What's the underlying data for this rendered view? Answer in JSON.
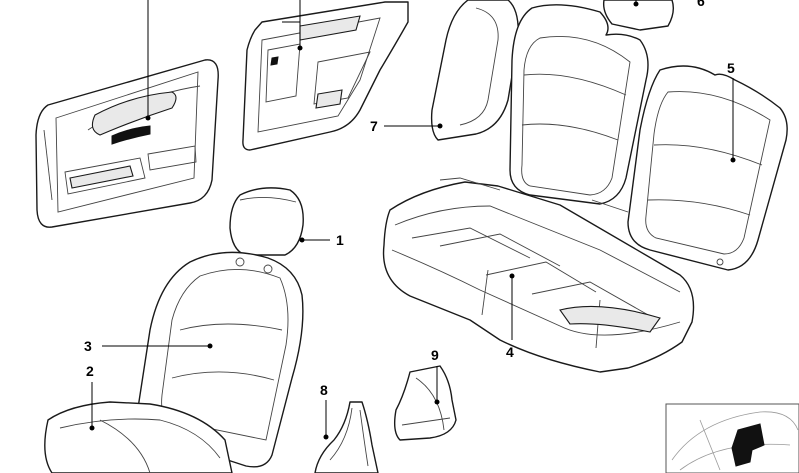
{
  "callouts": [
    {
      "id": "1",
      "label": "1"
    },
    {
      "id": "2",
      "label": "2"
    },
    {
      "id": "3",
      "label": "3"
    },
    {
      "id": "4",
      "label": "4"
    },
    {
      "id": "5",
      "label": "5"
    },
    {
      "id": "6",
      "label": "6"
    },
    {
      "id": "7",
      "label": "7"
    },
    {
      "id": "8",
      "label": "8"
    },
    {
      "id": "9",
      "label": "9"
    }
  ],
  "colors": {
    "line": "#1a1a1a",
    "fill": "#ffffff",
    "shade": "#e9e9e9",
    "thumbnail_highlight": "#111111"
  }
}
